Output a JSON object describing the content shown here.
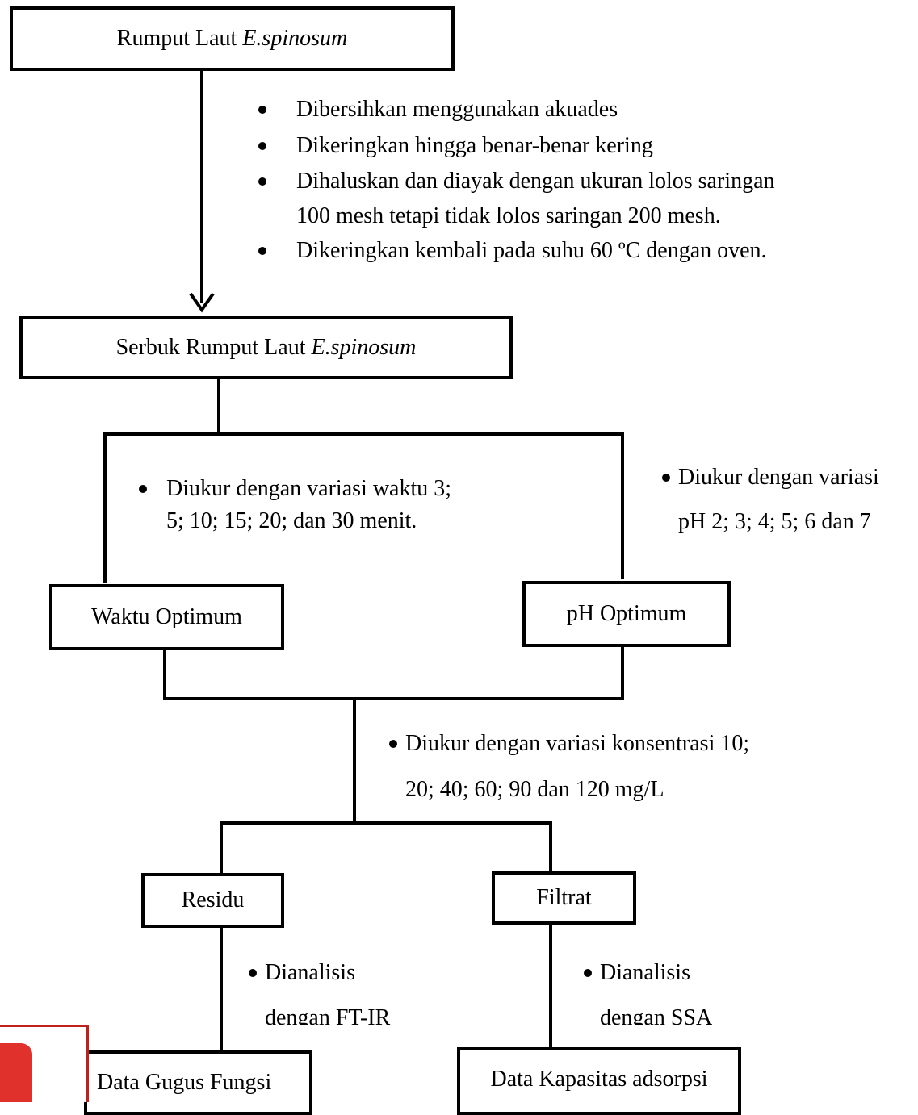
{
  "boxes": {
    "rumput": {
      "text": "Rumput Laut ",
      "italic": "E.spinosum"
    },
    "serbuk": {
      "text": "Serbuk Rumput Laut ",
      "italic": "E.spinosum"
    },
    "waktu": "Waktu Optimum",
    "ph": "pH Optimum",
    "residu": "Residu",
    "filtrat": "Filtrat",
    "gugus": "Data Gugus Fungsi",
    "kapasitas": "Data Kapasitas adsorpsi"
  },
  "prep_steps": [
    "Dibersihkan menggunakan akuades",
    "Dikeringkan hingga benar-benar kering",
    "Dihaluskan dan diayak dengan ukuran lolos saringan",
    "100 mesh tetapi tidak lolos saringan 200 mesh.",
    "Dikeringkan kembali pada suhu 60 ºC dengan oven."
  ],
  "notes": {
    "waktu_1": "Diukur dengan variasi waktu 3;",
    "waktu_2": "5; 10; 15; 20; dan 30 menit.",
    "ph_1": "Diukur dengan variasi",
    "ph_2": "pH 2; 3; 4; 5; 6 dan 7",
    "konsentrasi_1": "Diukur dengan variasi konsentrasi 10;",
    "konsentrasi_2": "20; 40; 60; 90 dan 120 mg/L",
    "ftir_1": "Dianalisis",
    "ftir_2": "dengan FT-IR",
    "ssa_1": "Dianalisis",
    "ssa_2": "dengan SSA"
  }
}
